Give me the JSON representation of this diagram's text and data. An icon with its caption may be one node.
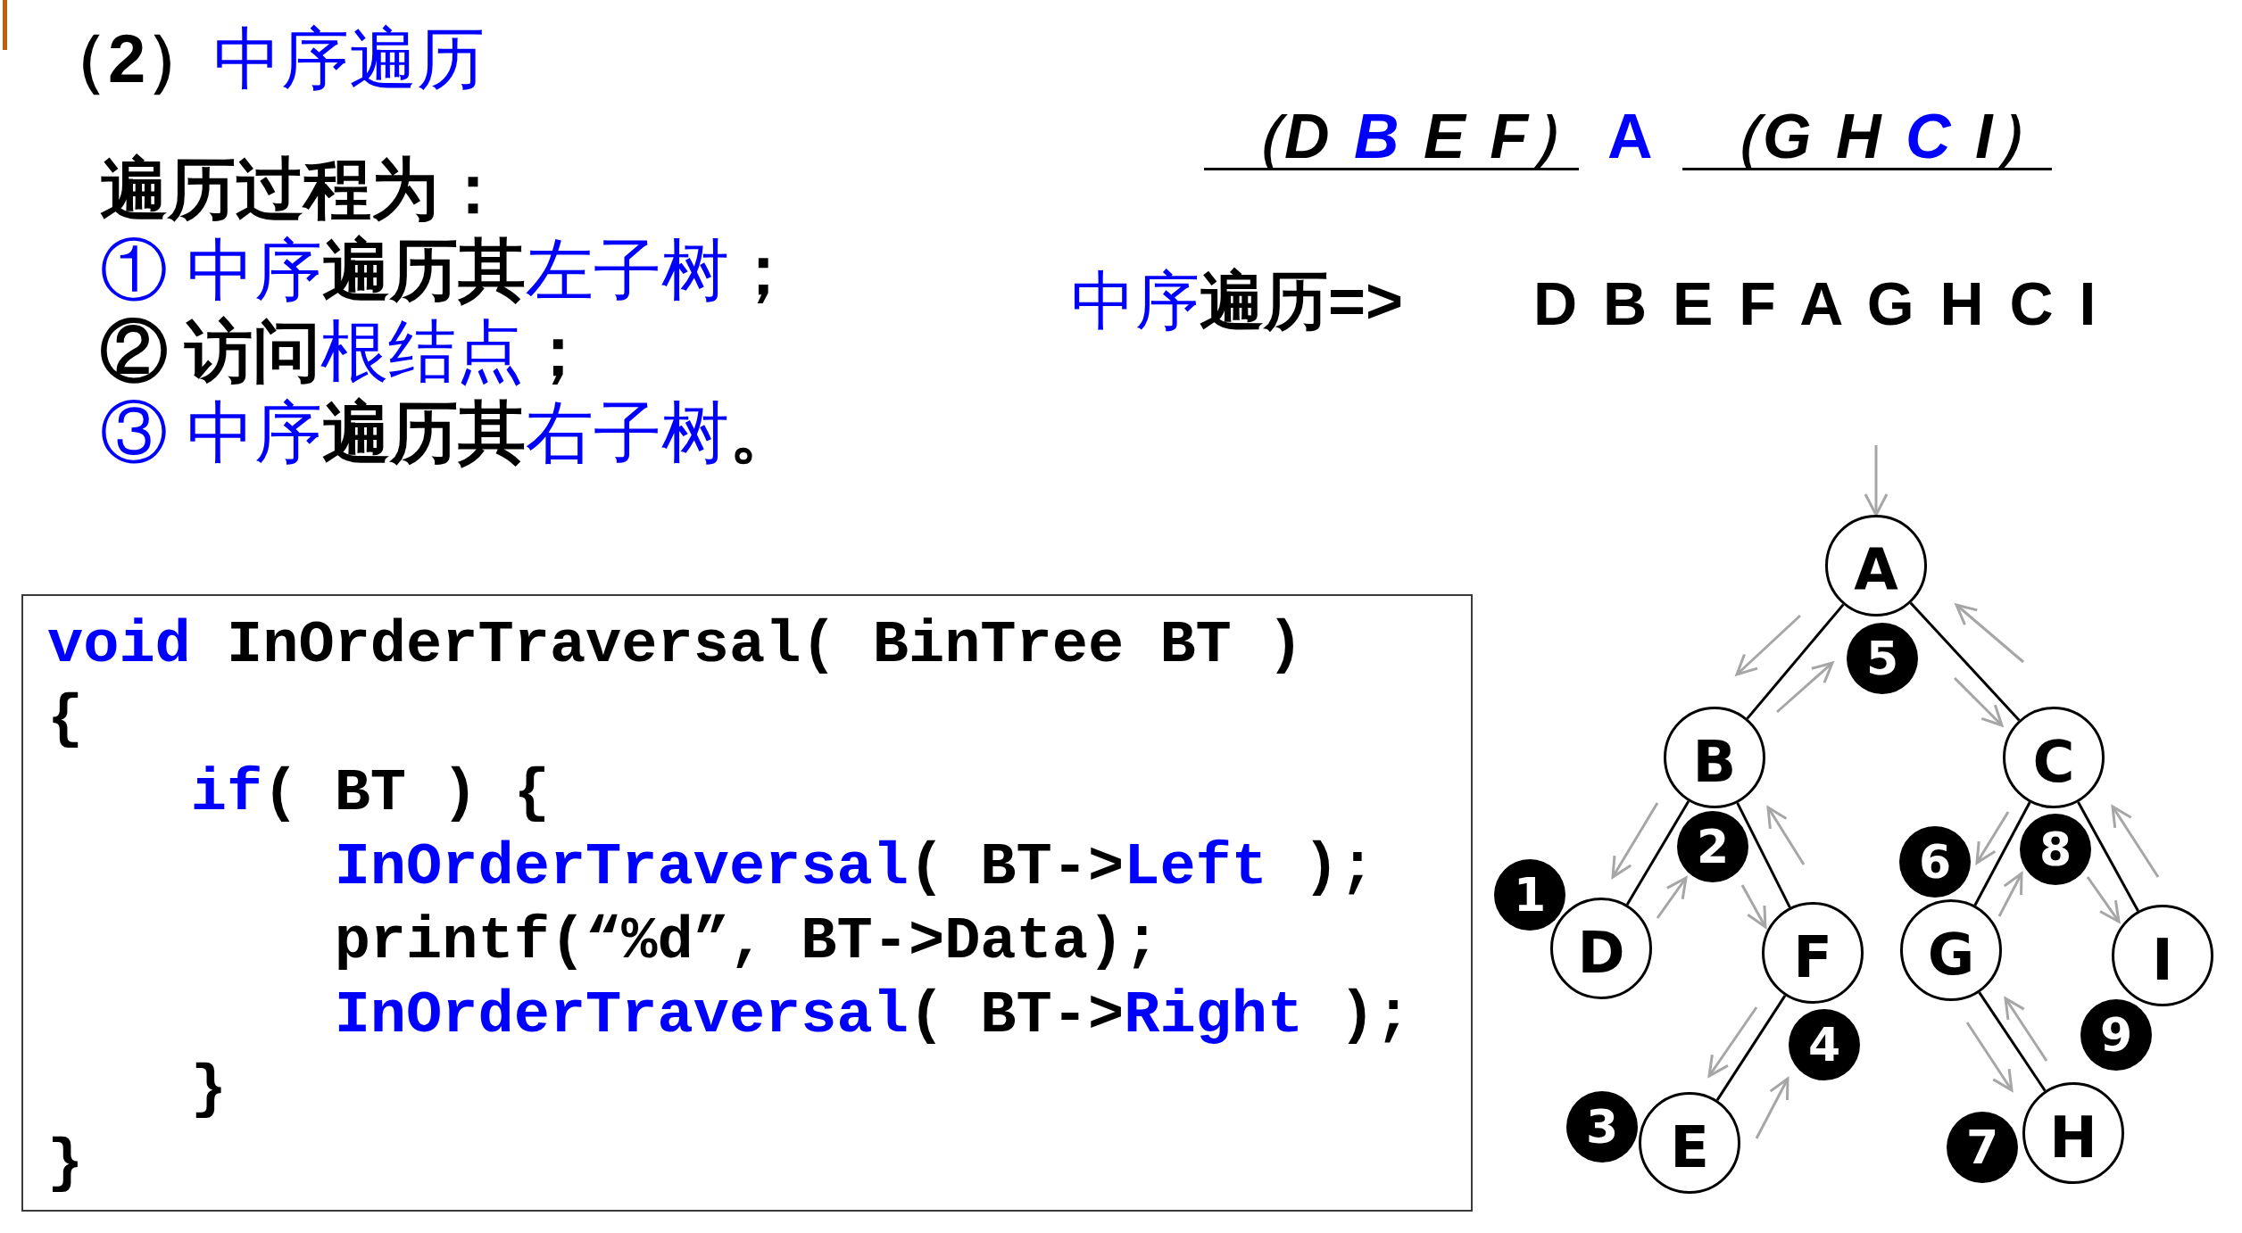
{
  "diagram": {
    "title": "（2）中序遍历",
    "nodes": [
      {
        "text": [
          "void InOrderTraversal( BinTree BT )",
          "{",
          "if( BT ) {",
          "InOrderTraversal( BT->Left );",
          "printf(“%d”, BT->Data);",
          "InOrderTraversal( BT->Right );",
          "}",
          "}"
        ]
      },
      {
        "text": [
          "A"
        ],
        "beside": [
          "5"
        ]
      },
      {
        "text": [
          "B"
        ],
        "beside": [
          "2"
        ]
      },
      {
        "text": [
          "C"
        ],
        "beside": [
          "8"
        ]
      },
      {
        "text": [
          "D"
        ],
        "beside": [
          "1"
        ]
      },
      {
        "text": [
          "F"
        ],
        "beside": [
          "4"
        ]
      },
      {
        "text": [
          "G"
        ],
        "beside": [
          "6"
        ]
      },
      {
        "text": [
          "I"
        ],
        "beside": [
          "9"
        ]
      },
      {
        "text": [
          "E"
        ],
        "beside": [
          "3"
        ]
      },
      {
        "text": [
          "H"
        ],
        "beside": [
          "7"
        ]
      }
    ],
    "edges": [
      {
        "from": 1,
        "to": 2,
        "arrow": "none"
      },
      {
        "from": 1,
        "to": 3,
        "arrow": "none"
      },
      {
        "from": 2,
        "to": 4,
        "arrow": "none"
      },
      {
        "from": 2,
        "to": 5,
        "arrow": "none"
      },
      {
        "from": 5,
        "to": 8,
        "arrow": "none"
      },
      {
        "from": 3,
        "to": 6,
        "arrow": "none"
      },
      {
        "from": 3,
        "to": 7,
        "arrow": "none"
      },
      {
        "from": 6,
        "to": 9,
        "arrow": "none"
      },
      {
        "from": null,
        "to": 1,
        "arrow": "to",
        "color": "#a6a6a6"
      }
    ],
    "labels": [
      "遍历过程为：",
      "① 中序遍历其左子树；",
      "② 访问根结点；",
      "③ 中序遍历其右子树。",
      "（D B E F）",
      "A",
      "（G H C I）",
      "中序遍历=>",
      "D B E F A G H C I"
    ]
  }
}
